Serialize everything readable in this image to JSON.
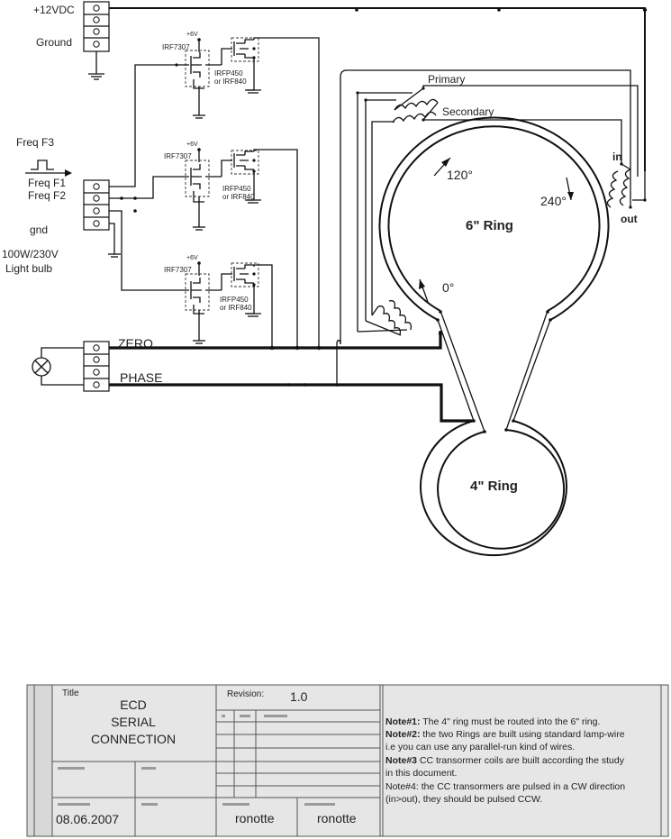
{
  "power": {
    "vdc": "+12VDC",
    "ground": "Ground"
  },
  "inputs": {
    "freq_f3": "Freq F3",
    "freq_f1": "Freq F1",
    "freq_f2": "Freq F2",
    "gnd": "gnd",
    "bulb_line1": "100W/230V",
    "bulb_line2": "Light bulb"
  },
  "drivers": [
    {
      "supply": "+6V",
      "driver": "IRF7307",
      "mosfet_line1": "IRFP450",
      "mosfet_line2": "or IRF840"
    },
    {
      "supply": "+6V",
      "driver": "IRF7307",
      "mosfet_line1": "IRFP450",
      "mosfet_line2": "or IRF840"
    },
    {
      "supply": "+6V",
      "driver": "IRF7307",
      "mosfet_line1": "IRFP450",
      "mosfet_line2": "or IRF840"
    }
  ],
  "mains": {
    "zero": "ZERO",
    "phase": "PHASE"
  },
  "transformer": {
    "primary": "Primary",
    "secondary": "Secondary",
    "in": "in",
    "out": "out"
  },
  "rings": {
    "large": "6\" Ring",
    "small": "4\" Ring",
    "angle_0": "0°",
    "angle_120": "120°",
    "angle_240": "240°"
  },
  "title_block": {
    "title_label": "Title",
    "title_lines": [
      "ECD",
      "SERIAL",
      "CONNECTION"
    ],
    "revision_label": "Revision:",
    "revision": "1.0",
    "date": "08.06.2007",
    "author1": "ronotte",
    "author2": "ronotte",
    "notes": [
      {
        "head": "Note#1:",
        "text": " The 4\" ring must be routed into the 6\" ring."
      },
      {
        "head": "Note#2:",
        "text": " the two Rings are built using standard lamp-wire"
      },
      {
        "head": "",
        "text": "i.e you can use any parallel-run kind of wires."
      },
      {
        "head": "Note#3",
        "text": " CC transormer coils are built according the study"
      },
      {
        "head": "",
        "text": "in this document."
      },
      {
        "head": "",
        "text": "Note#4: the CC transormers are pulsed in a CW direction"
      },
      {
        "head": "",
        "text": "(in>out), they should be pulsed CCW."
      }
    ]
  }
}
